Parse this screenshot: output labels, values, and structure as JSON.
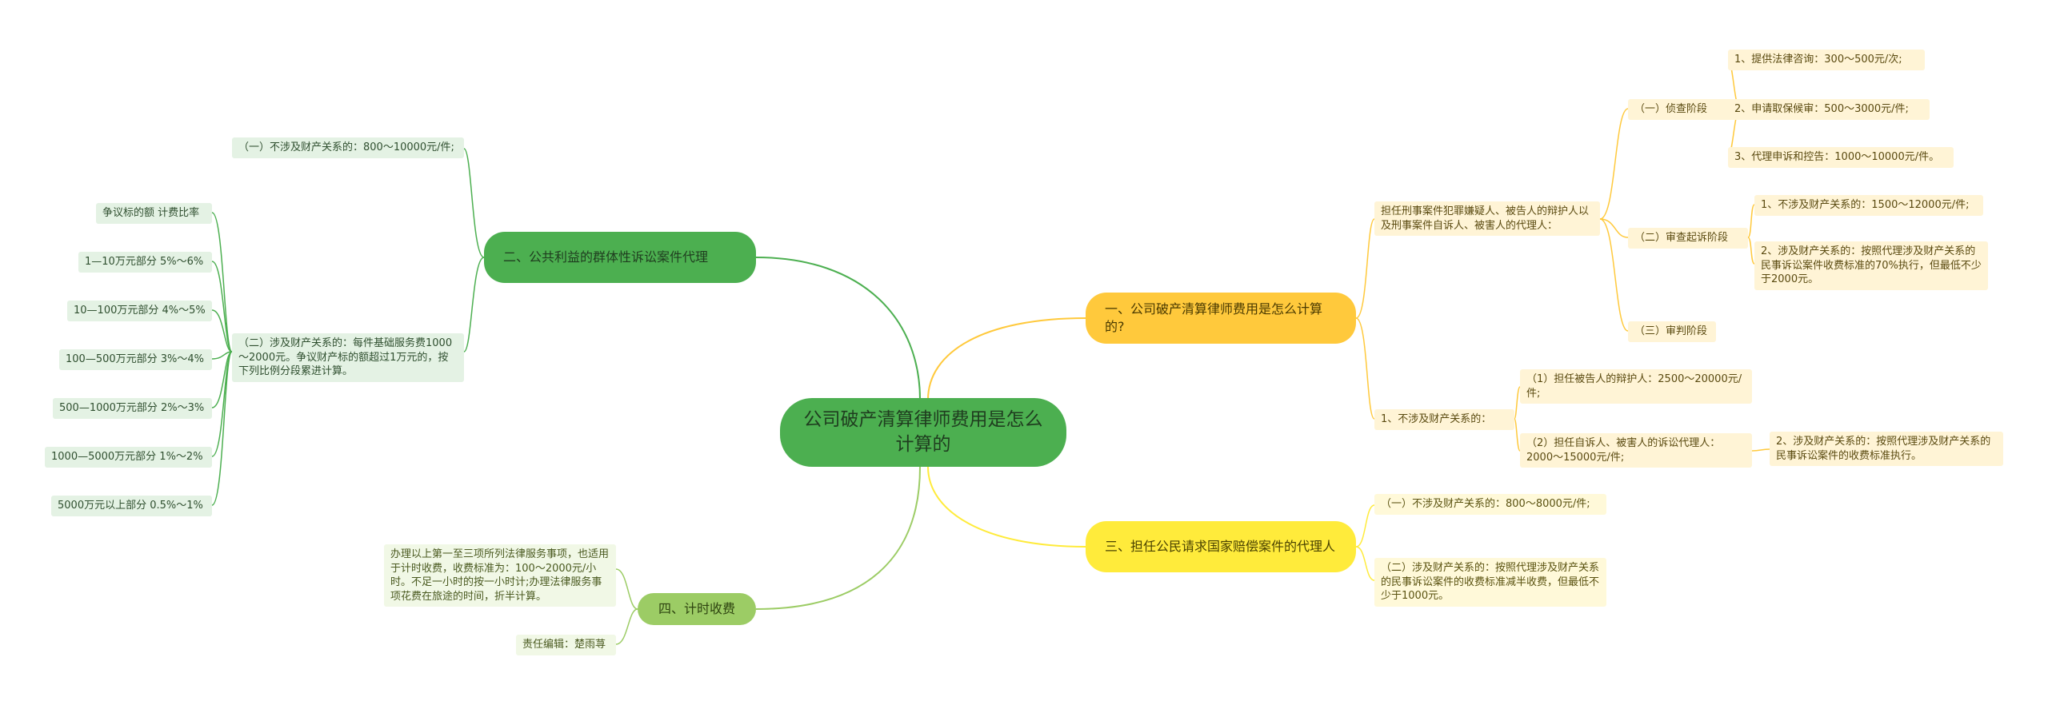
{
  "root": "公司破产清算律师费用是怎么计算的",
  "colors": {
    "green": "#4caf50",
    "orange": "#ffc93c",
    "yellow": "#ffeb3b",
    "lime": "#9ccc65"
  },
  "branch_public": {
    "title": "二、公共利益的群体性诉讼案件代理",
    "no_property": "（一）不涉及财产关系的：800～10000元/件;",
    "property": "（二）涉及财产关系的：每件基础服务费1000～2000元。争议财产标的额超过1万元的，按下列比例分段累进计算。",
    "rates": [
      "争议标的额 计费比率",
      "1—10万元部分 5%～6%",
      "10—100万元部分 4%～5%",
      "100—500万元部分 3%～4%",
      "500—1000万元部分 2%～3%",
      "1000—5000万元部分 1%～2%",
      "5000万元以上部分 0.5%～1%"
    ]
  },
  "branch_hourly": {
    "title": "四、计时收费",
    "desc": "办理以上第一至三项所列法律服务事项，也适用于计时收费，收费标准为：100～2000元/小时。不足一小时的按一小时计;办理法律服务事项花费在旅途的时间，折半计算。",
    "editor": "责任编辑：楚雨荨"
  },
  "branch_calc": {
    "title": "一、公司破产清算律师费用是怎么计算的?",
    "criminal": "担任刑事案件犯罪嫌疑人、被告人的辩护人以及刑事案件自诉人、被害人的代理人：",
    "stage1": "（一）侦查阶段",
    "stage1_items": [
      "1、提供法律咨询：300～500元/次;",
      "2、申请取保候审：500～3000元/件;",
      "3、代理申诉和控告：1000～10000元/件。"
    ],
    "stage2": "（二）审查起诉阶段",
    "stage2_items": [
      "1、不涉及财产关系的：1500～12000元/件;",
      "2、涉及财产关系的：按照代理涉及财产关系的民事诉讼案件收费标准的70%执行，但最低不少于2000元。"
    ],
    "stage3": "（三）审判阶段",
    "no_property": "1、不涉及财产关系的：",
    "defense": "（1）担任被告人的辩护人：2500～20000元/件;",
    "plaintiff": "（2）担任自诉人、被害人的诉讼代理人：2000～15000元/件;",
    "plaintiff_sub": "2、涉及财产关系的：按照代理涉及财产关系的民事诉讼案件的收费标准执行。"
  },
  "branch_state": {
    "title": "三、担任公民请求国家赔偿案件的代理人",
    "no_property": "（一）不涉及财产关系的：800～8000元/件;",
    "property": "（二）涉及财产关系的：按照代理涉及财产关系的民事诉讼案件的收费标准减半收费，但最低不少于1000元。"
  }
}
